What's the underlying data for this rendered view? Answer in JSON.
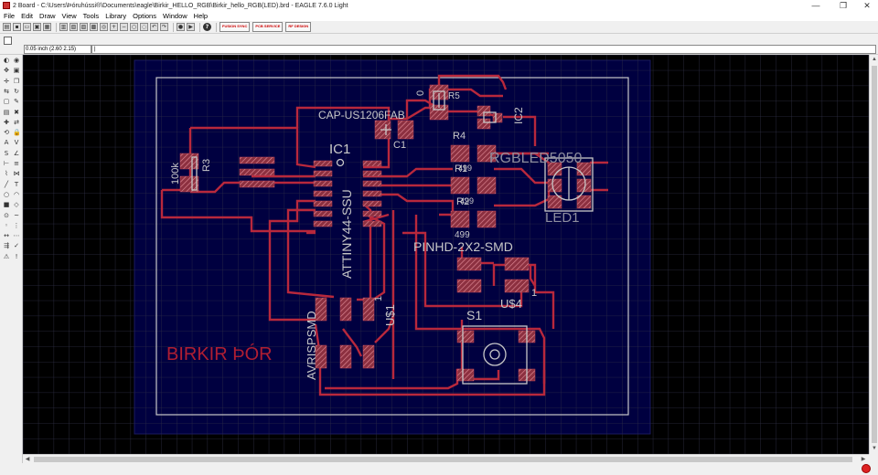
{
  "window": {
    "title": "2 Board - C:\\Users\\Þóruhússi®\\Documents\\eagle\\Birkir_HELLO_RGB\\Birkir_hello_RGB(LED).brd - EAGLE 7.6.0 Light",
    "minimize": "—",
    "maximize": "❐",
    "close": "✕"
  },
  "menu": [
    "File",
    "Edit",
    "Draw",
    "View",
    "Tools",
    "Library",
    "Options",
    "Window",
    "Help"
  ],
  "toolbar": {
    "buttons": [
      "open-icon",
      "save-icon",
      "print-icon",
      "cam-icon",
      "schematic-icon",
      "board-icon",
      "library-icon",
      "run-icon",
      "window-icon",
      "zoom-fit-icon",
      "zoom-in-icon",
      "zoom-out-icon",
      "zoom-redraw-icon",
      "zoom-select-icon",
      "undo-icon",
      "redo-icon",
      "stop-icon",
      "go-icon",
      "help-icon"
    ],
    "help_label": "?",
    "big_buttons": [
      {
        "name": "fusion-sync-icon",
        "label": "FUSION SYNC"
      },
      {
        "name": "pcb-service-icon",
        "label": "PCB SERVICE"
      },
      {
        "name": "rf-design-icon",
        "label": "RF DESIGN"
      }
    ]
  },
  "command_bar": {
    "coordinate": "0.05 inch (2.60 2.15)",
    "command": "|"
  },
  "left_tools": [
    "info-icon",
    "show-icon",
    "display-icon",
    "mark-icon",
    "move-icon",
    "copy-icon",
    "mirror-icon",
    "rotate-icon",
    "group-icon",
    "change-icon",
    "paste-icon",
    "delete-icon",
    "add-icon",
    "pinswap-icon",
    "replace-icon",
    "lock-icon",
    "name-icon",
    "value-icon",
    "smash-icon",
    "miter-icon",
    "split-icon",
    "optimize-icon",
    "route-icon",
    "ripup-icon",
    "wire-icon",
    "text-icon",
    "circle-icon",
    "arc-icon",
    "rect-icon",
    "polygon-icon",
    "via-icon",
    "signal-icon",
    "hole-icon",
    "attribute-icon",
    "dimension-icon",
    "ratsnest-icon",
    "autorouter-icon",
    "erc-icon",
    "drc-icon",
    "errors-icon"
  ],
  "colors": {
    "canvas": "#000000",
    "grid": "#2f2f46",
    "board_fill": "#000040",
    "outline": "#c8c8c8",
    "copper": "#b8283c",
    "pad_fill": "#8c3040",
    "silk": "#c8c8c8",
    "custom_text": "#b01e32"
  },
  "board": {
    "labels": {
      "cap_value": "CAP-US1206FAB",
      "c1": "C1",
      "zero": "0",
      "r5": "R5",
      "ic2": "IC2",
      "r4": "R4",
      "rgbled": "RGBLED5050",
      "r1": "R1",
      "r2": "R2",
      "v499a": "499",
      "v499b": "499",
      "v499c": "499",
      "led1": "LED1",
      "ic1": "IC1",
      "attiny": "ATTINY44-SSU",
      "r3": "R3",
      "k100": "100k",
      "pinhd": "PINHD-2X2-SMD",
      "us4": "U$4",
      "pin1a": "1",
      "s1": "S1",
      "avrisp": "AVRISPSMD",
      "us1": "U$1",
      "pin1b": "1",
      "birkir": "BIRKIR ÞÓR"
    }
  }
}
